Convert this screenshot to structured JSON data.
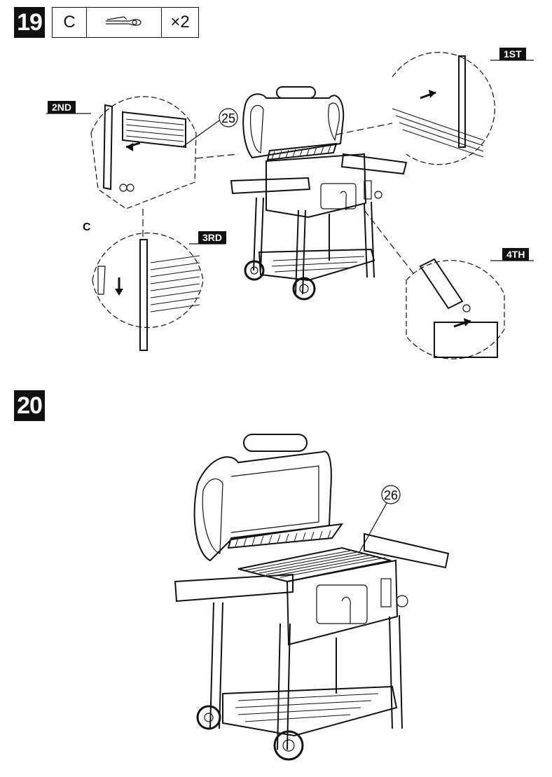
{
  "step19": {
    "number": "19",
    "parts": {
      "letter": "C",
      "quantity": "×2",
      "icon": "hitch-pin-clip-icon"
    },
    "callout_part": "25",
    "tags": {
      "first": "1ST",
      "second": "2ND",
      "third": "3RD",
      "fourth": "4TH"
    },
    "label_c": "C"
  },
  "step20": {
    "number": "20",
    "callout_part": "26"
  }
}
